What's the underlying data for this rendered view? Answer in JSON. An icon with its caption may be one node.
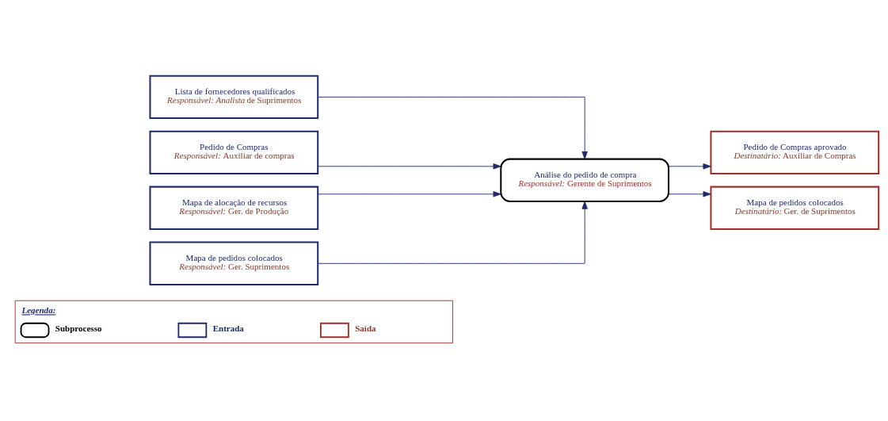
{
  "diagram": {
    "nodes": [
      {
        "text": [
          "Lista de fornecedores qualificados",
          "*Responsável: Analista* de Suprimentos"
        ]
      },
      {
        "text": [
          "Pedido de Compras",
          "*Responsável:* Auxiliar de compras"
        ]
      },
      {
        "text": [
          "Mapa de alocação de recursos",
          "*Responsável:* Ger. de Produção"
        ]
      },
      {
        "text": [
          "Mapa de pedidos colocados",
          "*Responsável:* Ger. Suprimentos"
        ]
      },
      {
        "text": [
          "Análise do pedido de compra",
          "*Responsável:* Gerente de Suprimentos"
        ]
      },
      {
        "text": [
          "Pedido de Compras aprovado",
          "*Destinatário:* Auxiliar de Compras"
        ]
      },
      {
        "text": [
          "Mapa de pedidos colocados",
          "*Destinatário:* Ger. de Suprimentos"
        ]
      }
    ],
    "edges": [
      {
        "from": 0,
        "to": 4,
        "arrow": "to"
      },
      {
        "from": 1,
        "to": 4,
        "arrow": "to"
      },
      {
        "from": 2,
        "to": 4,
        "arrow": "to"
      },
      {
        "from": 3,
        "to": 4,
        "arrow": "to"
      },
      {
        "from": 4,
        "to": 5,
        "arrow": "to"
      },
      {
        "from": 4,
        "to": 6,
        "arrow": "to"
      }
    ],
    "labels": [
      "Legenda:"
    ],
    "legend": [
      {
        "text": "Subprocesso",
        "color": "#000000"
      },
      {
        "text": "Entrada",
        "color": "#1f2a6b"
      },
      {
        "text": "Saída",
        "color": "#9e2f2a"
      }
    ]
  }
}
